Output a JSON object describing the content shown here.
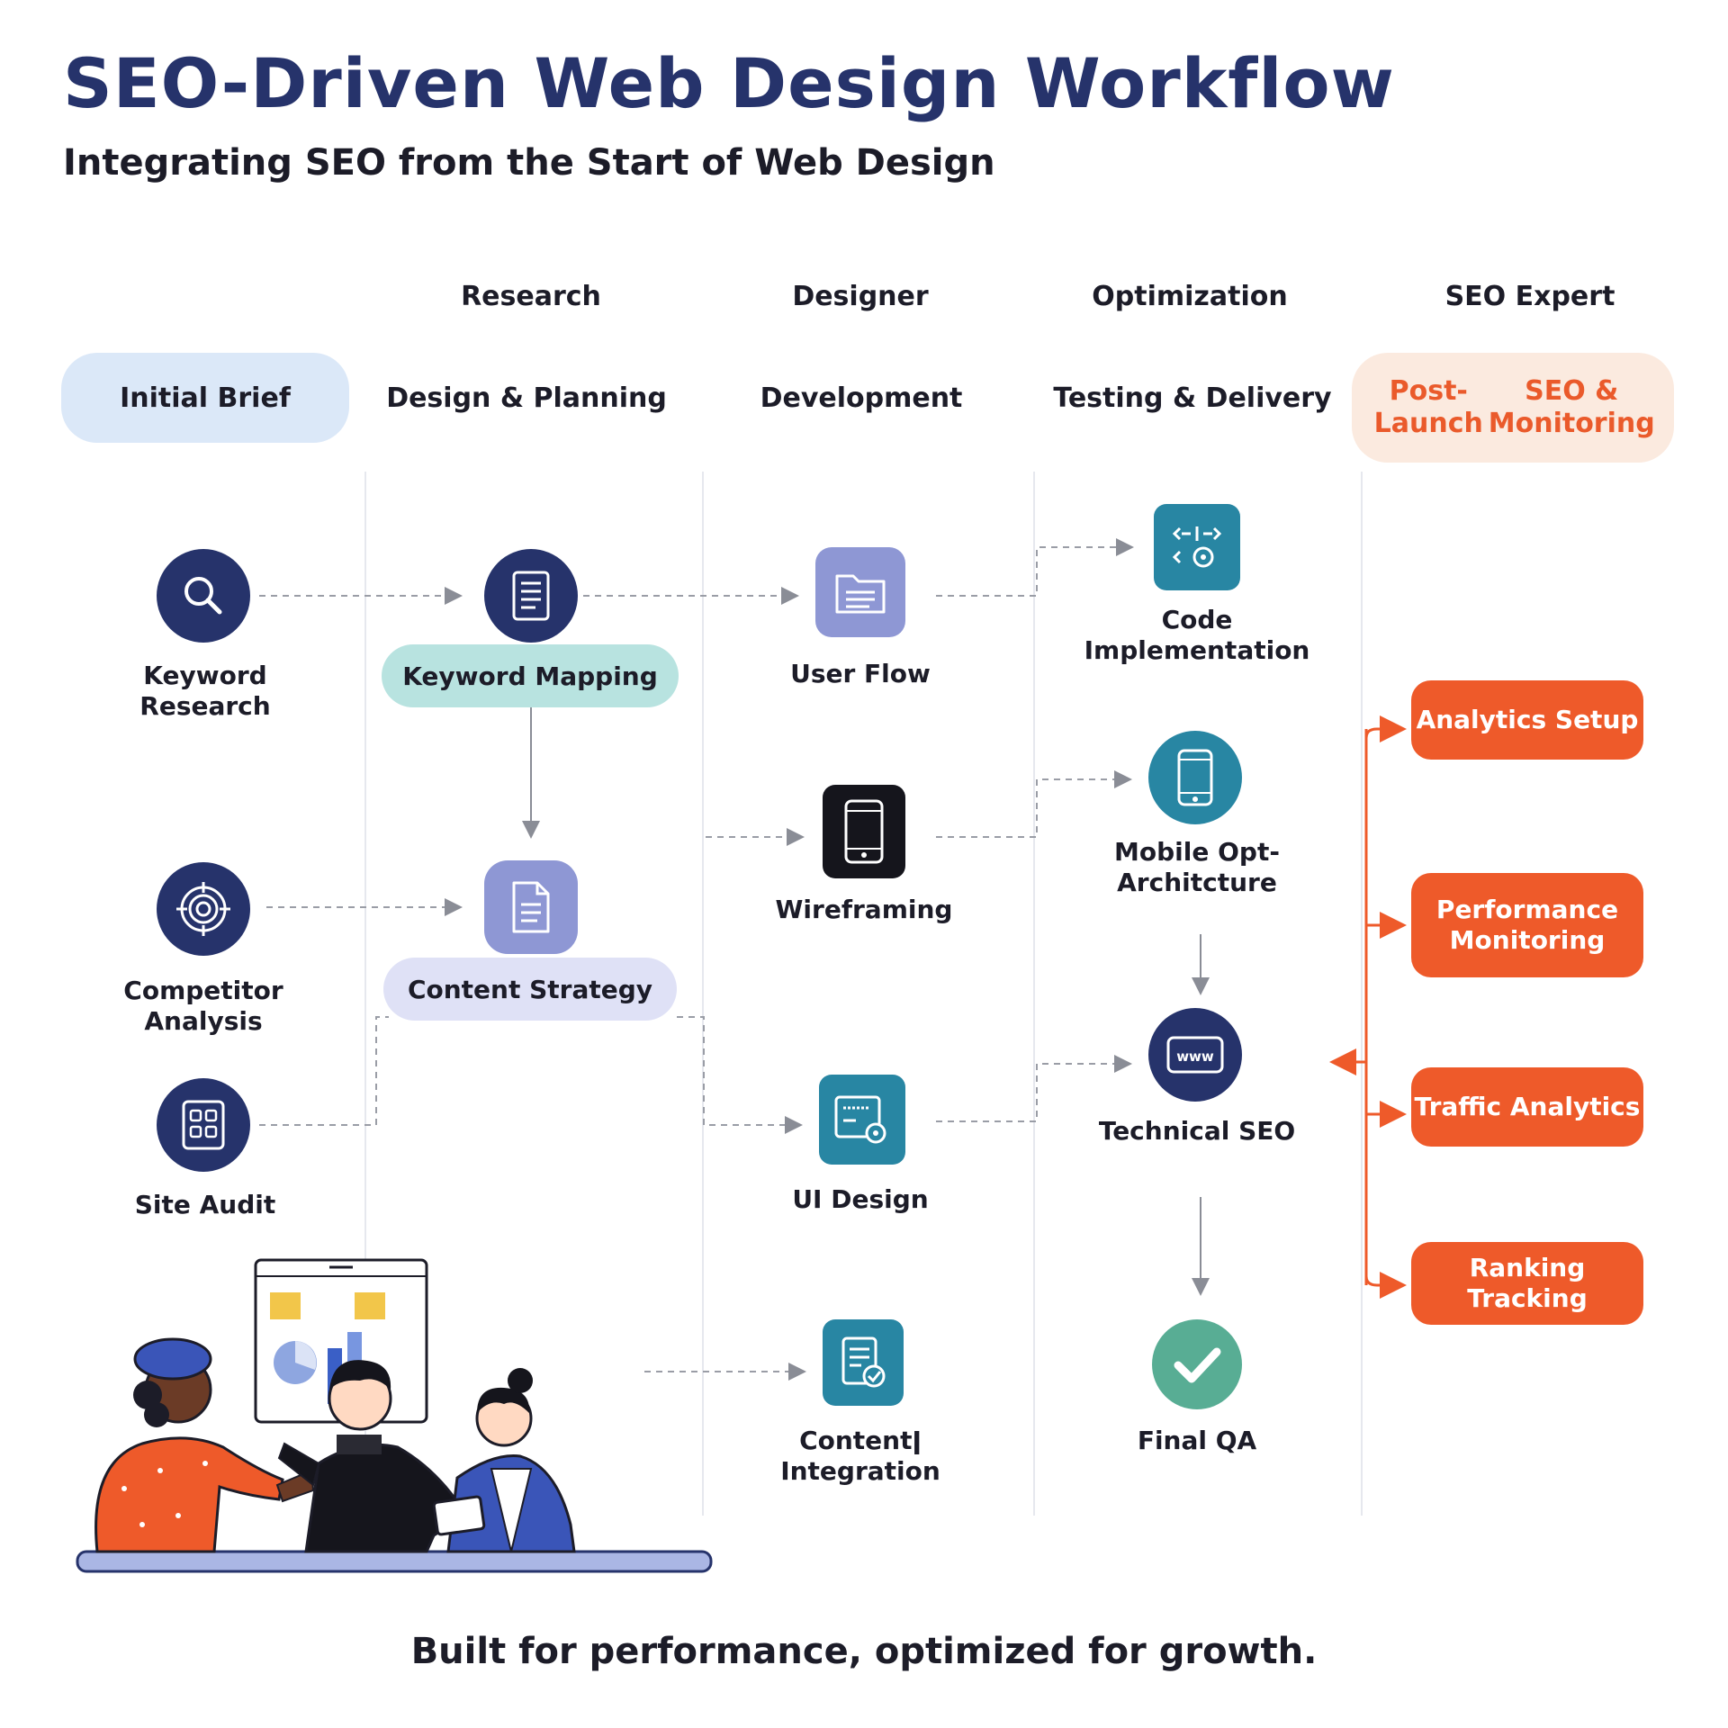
{
  "header": {
    "title": "SEO-Driven Web Design Workflow",
    "subtitle": "Integrating SEO from the Start of Web Design"
  },
  "roles": [
    "Research",
    "Designer",
    "Optimization",
    "SEO Expert"
  ],
  "phases": {
    "initial_brief": "Initial Brief",
    "design_planning": "Design & Planning",
    "development": "Development",
    "testing_delivery": "Testing & Delivery",
    "post_launch_line1": "Post-Launch",
    "post_launch_line2": "SEO & Monitoring"
  },
  "nodes": {
    "keyword_research": "Keyword Research",
    "competitor_analysis": "Competitor Analysis",
    "site_audit": "Site Audit",
    "keyword_mapping": "Keyword Mapping",
    "content_strategy": "Content Strategy",
    "user_flow": "User Flow",
    "wireframing": "Wireframing",
    "ui_design": "UI Design",
    "content_integration": "Contentǀ Integration",
    "code_implementation": "Code Implementation",
    "mobile_opt_line1": "Mobile Opt-",
    "mobile_opt_line2": "Architcture",
    "technical_seo": "Technical SEO",
    "final_qa": "Final QA"
  },
  "monitoring": {
    "analytics_setup": "Analytics Setup",
    "performance_line1": "Performance",
    "performance_line2": "Monitoring",
    "traffic_analytics": "Traffic Analytics",
    "ranking_tracking": "Ranking Tracking"
  },
  "footer": "Built for performance, optimized for growth.",
  "colors": {
    "navy": "#26336b",
    "lavender": "#8e97d4",
    "teal": "#2886a3",
    "green": "#58ad94",
    "orange": "#ee5a2a",
    "brief_bg": "#dbe8f8",
    "post_bg": "#fbeadf",
    "mint": "#b8e3e0",
    "lilac": "#dfe1f6"
  },
  "icons": {
    "keyword_research": "magnifier-icon",
    "competitor_analysis": "target-icon",
    "site_audit": "audit-grid-icon",
    "keyword_mapping": "document-icon",
    "content_strategy": "document-icon",
    "user_flow": "folder-icon",
    "wireframing": "phone-icon",
    "ui_design": "design-gear-icon",
    "content_integration": "doc-check-icon",
    "code_implementation": "code-gear-icon",
    "mobile_opt": "phone-icon",
    "technical_seo": "www-icon",
    "final_qa": "checkmark-icon"
  }
}
